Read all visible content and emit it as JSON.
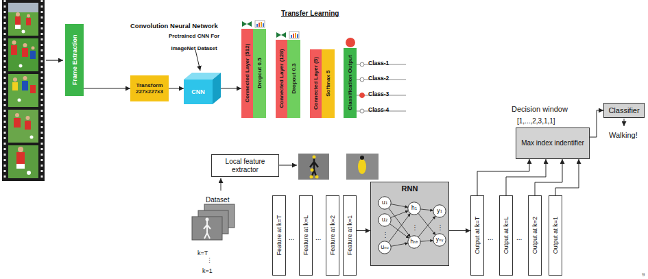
{
  "diagram": {
    "nodes": [
      {
        "text": [
          "Frame Extraction"
        ]
      },
      {
        "text": [
          "Transform",
          "227x227x3"
        ]
      },
      {
        "text": [
          "CNN"
        ]
      },
      {
        "text": [
          "Connected Layer (512)"
        ]
      },
      {
        "text": [
          "Dropout 0.5"
        ]
      },
      {
        "text": [
          "Connected Layer (128)"
        ]
      },
      {
        "text": [
          "Dropout 0.3"
        ]
      },
      {
        "text": [
          "Connected Layer (5)"
        ]
      },
      {
        "text": [
          "Softmax 5"
        ]
      },
      {
        "text": [
          "Classification Output"
        ]
      },
      {
        "text": [
          "Local feature extractor"
        ]
      },
      {
        "text": [
          "Feature at k=T"
        ]
      },
      {
        "text": [
          "Feature at k=L"
        ]
      },
      {
        "text": [
          "Feature at k=2"
        ]
      },
      {
        "text": [
          "Feature at k=1"
        ]
      },
      {
        "text": [
          "RNN"
        ]
      },
      {
        "text": [
          "u₁"
        ],
        "in": 15
      },
      {
        "text": [
          "u₂"
        ],
        "in": 15
      },
      {
        "text": [
          "uₙᵤ"
        ],
        "in": 15
      },
      {
        "text": [
          "h₁"
        ],
        "in": 15
      },
      {
        "text": [
          "hₙₕ"
        ],
        "in": 15
      },
      {
        "text": [
          "y₁"
        ],
        "in": 15
      },
      {
        "text": [
          "yₙᵧ"
        ],
        "in": 15
      },
      {
        "text": [
          "Output at k=T"
        ]
      },
      {
        "text": [
          "Output at k=L"
        ]
      },
      {
        "text": [
          "Output at k=2"
        ]
      },
      {
        "text": [
          "Output at k=1"
        ]
      },
      {
        "text": [
          "Max index indentifier"
        ]
      },
      {
        "text": [
          "Classifier"
        ]
      }
    ],
    "edges": [
      {
        "from": 0,
        "to": 1,
        "arrow": "to"
      },
      {
        "from": 1,
        "to": 2,
        "arrow": "to"
      },
      {
        "from": 2,
        "to": 3,
        "arrow": "to"
      },
      {
        "from": 14,
        "to": 15,
        "arrow": "to"
      },
      {
        "from": 16,
        "to": 19,
        "arrow": "to"
      },
      {
        "from": 16,
        "to": 20,
        "arrow": "to"
      },
      {
        "from": 17,
        "to": 19,
        "arrow": "to"
      },
      {
        "from": 17,
        "to": 20,
        "arrow": "to"
      },
      {
        "from": 18,
        "to": 19,
        "arrow": "to"
      },
      {
        "from": 18,
        "to": 20,
        "arrow": "to"
      },
      {
        "from": 19,
        "to": 21,
        "arrow": "to"
      },
      {
        "from": 19,
        "to": 22,
        "arrow": "to"
      },
      {
        "from": 20,
        "to": 21,
        "arrow": "to"
      },
      {
        "from": 20,
        "to": 22,
        "arrow": "to"
      },
      {
        "from": 15,
        "to": 23,
        "arrow": "to"
      },
      {
        "from": 23,
        "to": 27,
        "arrow": "to"
      },
      {
        "from": 24,
        "to": 27,
        "arrow": "to"
      },
      {
        "from": 25,
        "to": 27,
        "arrow": "to"
      },
      {
        "from": 26,
        "to": 27,
        "arrow": "to"
      },
      {
        "from": 27,
        "to": 28,
        "arrow": "to"
      }
    ],
    "labels": [
      "Convolution Neural Network",
      "Pretrained CNN For ImageNet Dataset",
      "Transfer Learning",
      "Class-1",
      "Class-2",
      "Class-3",
      "Class-4",
      "Dataset",
      "k=T",
      "⋮",
      "k=1",
      "...",
      "...",
      "⋮",
      "⋮",
      "⋮",
      "...",
      "...",
      "Decision window",
      "[1,...,2,3,1,1]",
      "Walking!",
      "9"
    ]
  }
}
